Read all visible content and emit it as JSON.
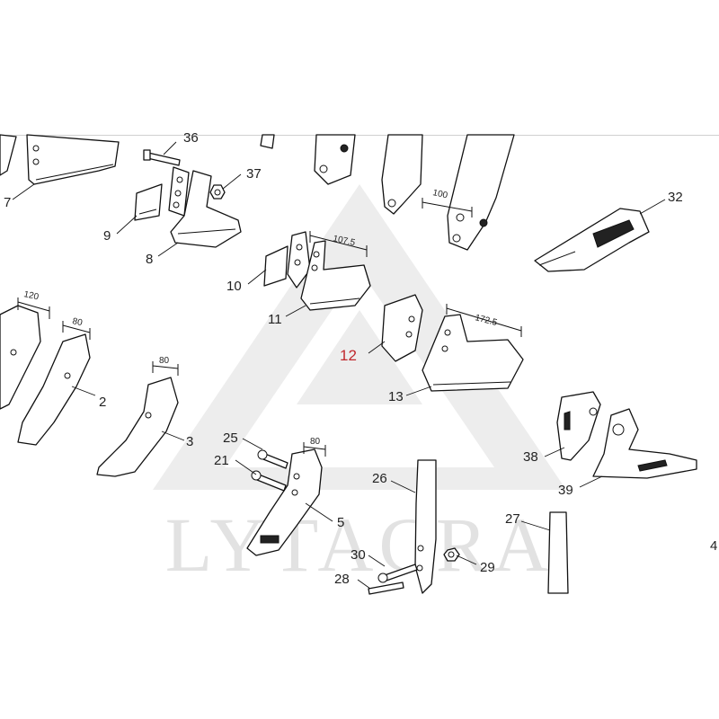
{
  "watermark": {
    "text": "LYTACRA",
    "color": "#e2e2e2"
  },
  "highlight_color": "#c0282d",
  "callouts": {
    "c2": "2",
    "c3": "3",
    "c4": "4",
    "c5": "5",
    "c7": "7",
    "c8": "8",
    "c9": "9",
    "c10": "10",
    "c11": "11",
    "c12": "12",
    "c13": "13",
    "c21": "21",
    "c25": "25",
    "c26": "26",
    "c27": "27",
    "c28": "28",
    "c29": "29",
    "c30": "30",
    "c32": "32",
    "c36": "36",
    "c37": "37",
    "c38": "38",
    "c39": "39"
  },
  "dimensions": {
    "d100": "100",
    "d107": "107.5",
    "d172": "172.5",
    "d120": "120",
    "d80a": "80",
    "d80b": "80",
    "d80c": "80"
  }
}
